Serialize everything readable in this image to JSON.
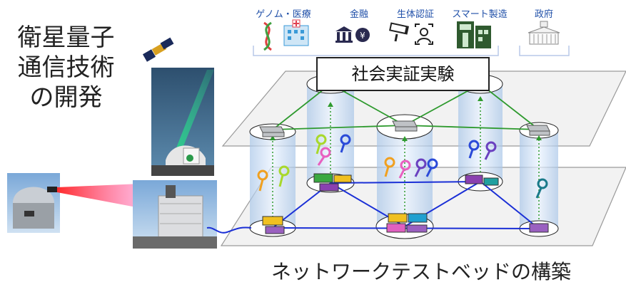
{
  "left_title": "衛星量子\n通信技術\nの開発",
  "sectors": [
    {
      "label": "ゲノム・医療",
      "icon": "dna-hospital-icon"
    },
    {
      "label": "金融",
      "icon": "bank-yen-icon"
    },
    {
      "label": "生体認証",
      "icon": "camera-face-icon"
    },
    {
      "label": "スマート製造",
      "icon": "factory-icon"
    },
    {
      "label": "政府",
      "icon": "government-building-icon"
    }
  ],
  "banner": "社会実証実験",
  "bottom_caption": "ネットワークテストベッドの構築",
  "colors": {
    "link_green": "#2e9a2e",
    "link_blue": "#1a2fd6",
    "sector_text": "#1f4fa8",
    "laser_green": "#29d38a",
    "laser_red": "#ff2a2a",
    "key_orange": "#f0a020",
    "key_green": "#a8d82c",
    "key_pink": "#e860c0",
    "key_blue": "#2a4ad8",
    "key_purple": "#6a40c0",
    "key_teal": "#1a7a8a"
  }
}
